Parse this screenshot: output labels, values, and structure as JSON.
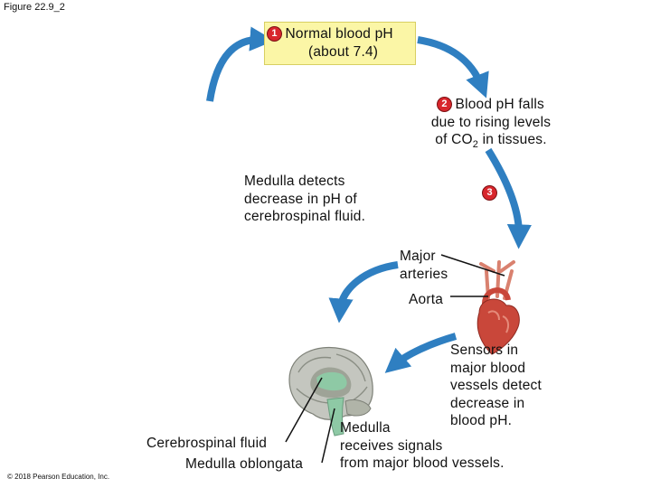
{
  "figure_label": "Figure 22.9_2",
  "step1": {
    "number": "1",
    "line1": "Normal blood pH",
    "line2": "(about 7.4)"
  },
  "step2": {
    "number": "2",
    "line1": "Blood pH falls",
    "line2": "due to rising levels",
    "line3_pre": "of CO",
    "line3_sub": "2",
    "line3_post": " in tissues."
  },
  "step3": {
    "number": "3"
  },
  "medulla_detects": {
    "line1": "Medulla detects",
    "line2": "decrease in pH of",
    "line3": "cerebrospinal fluid."
  },
  "labels": {
    "major_arteries_line1": "Major",
    "major_arteries_line2": "arteries",
    "aorta": "Aorta",
    "cerebrospinal_fluid": "Cerebrospinal fluid",
    "medulla_oblongata": "Medulla oblongata"
  },
  "sensors": {
    "line1": "Sensors in",
    "line2": "major blood",
    "line3": "vessels detect",
    "line4": "decrease in",
    "line5": "blood pH."
  },
  "medulla_receives": {
    "line1": "Medulla",
    "line2": "receives signals",
    "line3": "from major blood vessels."
  },
  "copyright": "© 2018 Pearson Education, Inc.",
  "colors": {
    "arrow": "#2f7fc1",
    "box_fill": "#fbf6a6",
    "badge": "#d8262c",
    "brain_outer": "#c4c6bf",
    "brain_inner": "#9ea397",
    "csf": "#8ec9a5",
    "heart": "#c9473a",
    "vessel": "#d9816f"
  }
}
